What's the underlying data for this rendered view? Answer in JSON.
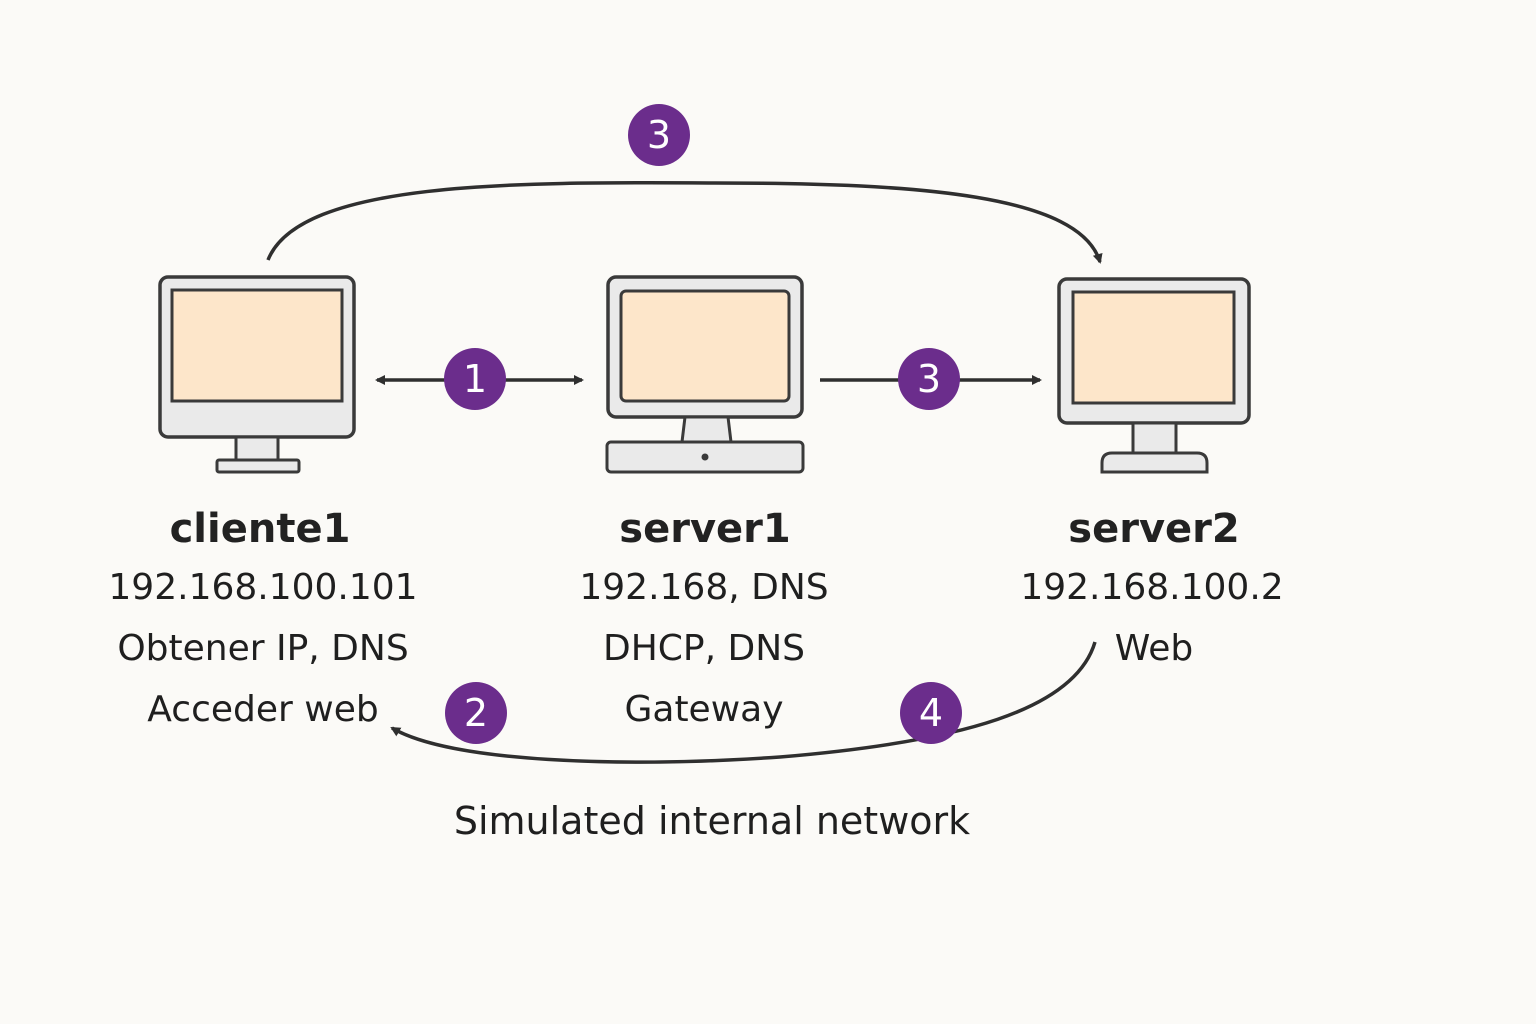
{
  "colors": {
    "background": "#fbfaf7",
    "badge": "#6b2d8c",
    "screen": "#fde6ca",
    "monitor_body": "#eaeaea",
    "outline": "#3a3a3a"
  },
  "nodes": {
    "cliente1": {
      "name": "cliente1",
      "ip": "192.168.100.101",
      "line2": "Obtener IP, DNS",
      "line3": "Acceder web",
      "icon": "monitor-icon"
    },
    "server1": {
      "name": "server1",
      "ip": "192.168, DNS",
      "line2": "DHCP, DNS",
      "line3": "Gateway",
      "icon": "desktop-computer-icon"
    },
    "server2": {
      "name": "server2",
      "ip": "192.168.100.2",
      "line2": "Web",
      "icon": "monitor-icon"
    }
  },
  "steps": {
    "cliente1_server1": "1",
    "server2_cliente1_left": "2",
    "cliente1_server2_top": "3",
    "server1_server2": "3",
    "server2_cliente1_right": "4"
  },
  "caption": "Simulated internal network"
}
